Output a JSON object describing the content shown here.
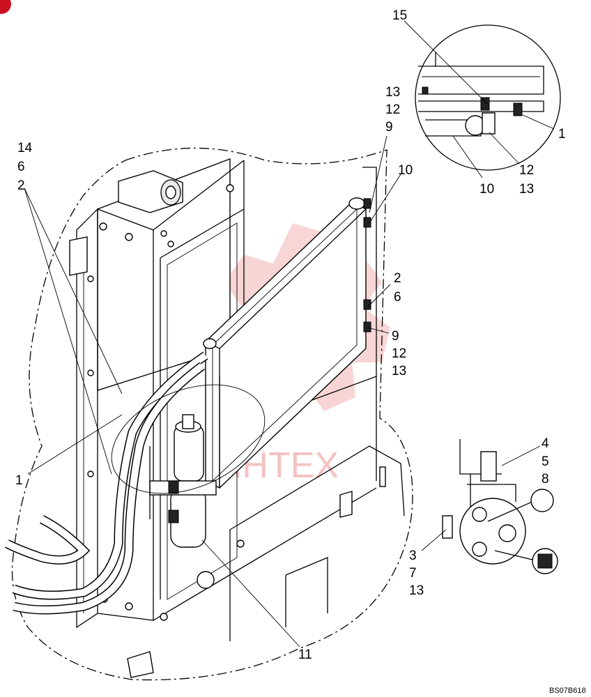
{
  "labels": {
    "l15": "15",
    "l13a": "13",
    "l12a": "12",
    "l9a": "9",
    "l10a": "10",
    "l1a": "1",
    "l12b": "12",
    "l13b": "13",
    "l10b": "10",
    "l14": "14",
    "l6a": "6",
    "l2a": "2",
    "l2b": "2",
    "l6b": "6",
    "l9b": "9",
    "l12c": "12",
    "l13c": "13",
    "l1b": "1",
    "l4": "4",
    "l5": "5",
    "l8": "8",
    "l3": "3",
    "l7": "7",
    "l13d": "13",
    "l11": "11"
  },
  "drawing_code": "BS07B618",
  "watermark_text": "ИНТЕХ",
  "colors": {
    "watermark": "#f2b4b4",
    "corner_mark": "#cc1122"
  }
}
